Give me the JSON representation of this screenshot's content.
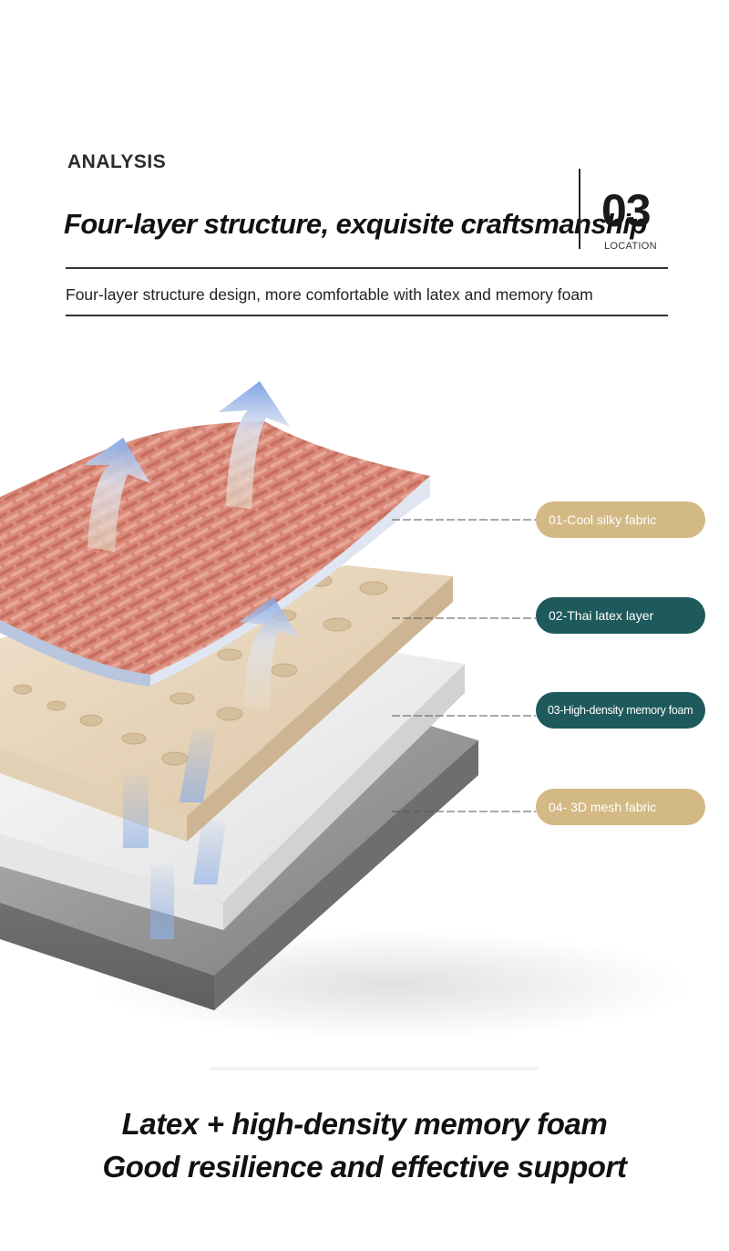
{
  "header": {
    "eyebrow": "ANALYSIS",
    "title": "Four-layer structure, exquisite craftsmanship",
    "number": "03",
    "number_label": "LOCATION",
    "subtitle": "Four-layer structure design, more comfortable with latex and memory foam"
  },
  "layers": [
    {
      "label": "01-Cool silky fabric",
      "color": "#d3b984"
    },
    {
      "label": "02-Thai latex layer",
      "color": "#1e5a5b"
    },
    {
      "label": "03-High-density memory foam",
      "color": "#1e5a5b"
    },
    {
      "label": "04- 3D mesh fabric",
      "color": "#d3b984"
    }
  ],
  "footer": {
    "line1": "Latex + high-density memory foam",
    "line2": "Good resilience and effective support"
  },
  "colors": {
    "fabric": "#d98a7a",
    "latex": "#e8d7c0",
    "foam": "#f4f4f4",
    "mesh": "#9a9a9a",
    "airflow": "#8fb0e6"
  }
}
